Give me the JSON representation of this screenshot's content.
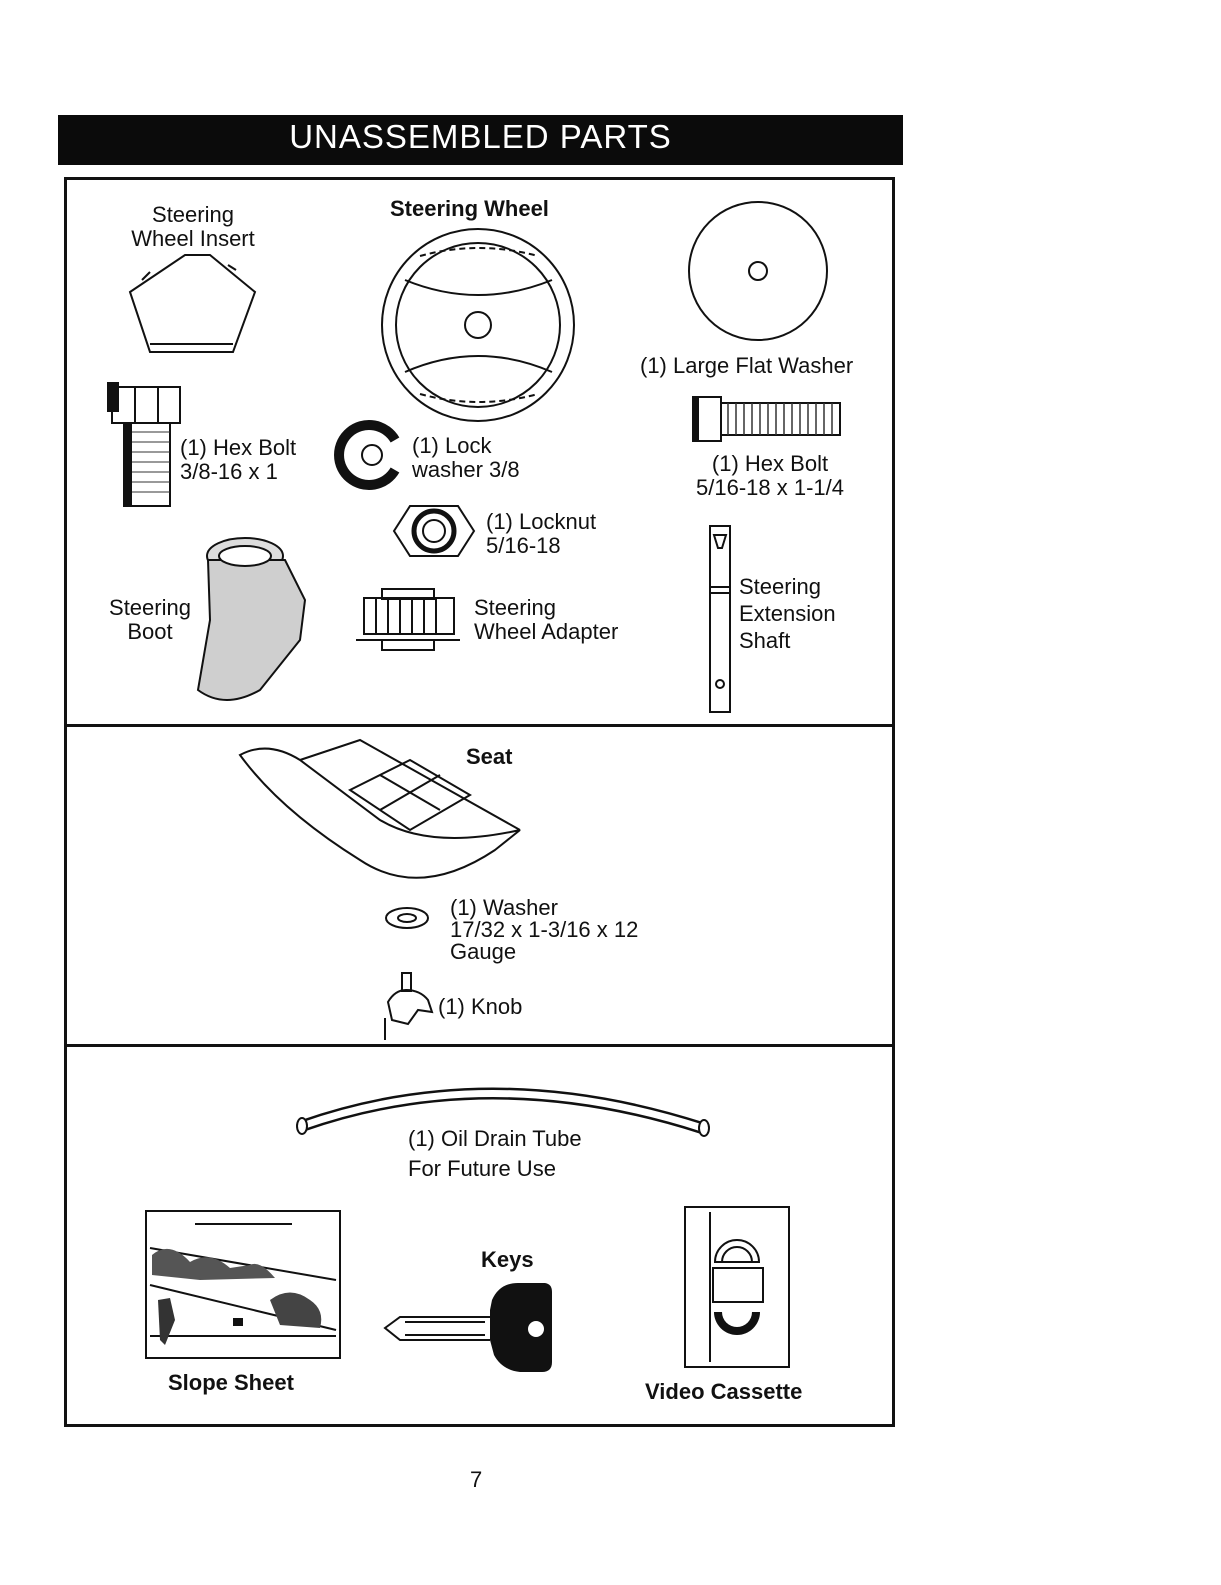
{
  "header": {
    "title": "UNASSEMBLED PARTS"
  },
  "section1": {
    "steering_wheel_insert": "Steering\nWheel Insert",
    "steering_wheel": "Steering Wheel",
    "large_flat_washer": "(1) Large Flat Washer",
    "hex_bolt_left": "(1) Hex Bolt\n3/8-16 x 1",
    "lock_washer": "(1) Lock\nwasher 3/8",
    "hex_bolt_right": "(1) Hex Bolt\n5/16-18 x 1-1/4",
    "locknut": "(1) Locknut\n5/16-18",
    "steering_boot": "Steering\nBoot",
    "steering_wheel_adapter": "Steering\nWheel Adapter",
    "steering_extension_shaft": "Steering\nExtension\nShaft"
  },
  "section2": {
    "seat": "Seat",
    "washer": "(1) Washer\n17/32 x 1-3/16 x 12\nGauge",
    "knob": "(1) Knob"
  },
  "section3": {
    "oil_drain_tube": "(1) Oil Drain Tube\nFor Future Use",
    "slope_sheet": "Slope Sheet",
    "keys": "Keys",
    "video_cassette": "Video Cassette"
  },
  "footer": {
    "page_number": "7"
  }
}
